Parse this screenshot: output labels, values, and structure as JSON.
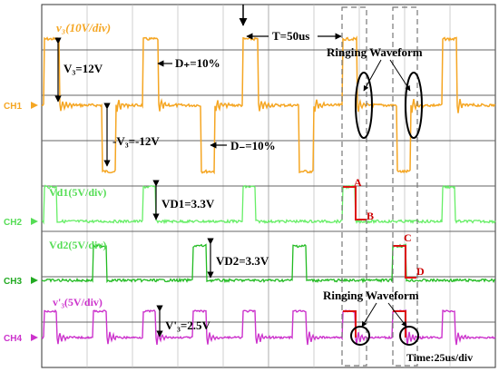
{
  "chart_data": {
    "type": "line",
    "time_per_div": "Time:25us/div",
    "period_label": "T=50us",
    "channels": [
      {
        "id": "CH1",
        "scale_label": "v₃(10V/div)",
        "color": "#f5a623"
      },
      {
        "id": "CH2",
        "scale_label": "Vd1(5V/div)",
        "color": "#66ee66"
      },
      {
        "id": "CH3",
        "scale_label": "Vd2(5V/div)",
        "color": "#22bb22"
      },
      {
        "id": "CH4",
        "scale_label": "v'₃(5V/div)",
        "color": "#cc33cc"
      }
    ],
    "annotations": {
      "v3_pos": "V₃=12V",
      "v3_neg": "-V₃=-12V",
      "d_plus": "D₊=10%",
      "d_minus": "D₋=10%",
      "vd1": "VD1=3.3V",
      "vd2": "VD2=3.3V",
      "vprime": "V'₃=2.5V",
      "ringing_top": "Ringing Waveform",
      "ringing_bottom": "Ringing Waveform",
      "point_a": "A",
      "point_b": "B",
      "point_c": "C",
      "point_d": "D"
    }
  }
}
